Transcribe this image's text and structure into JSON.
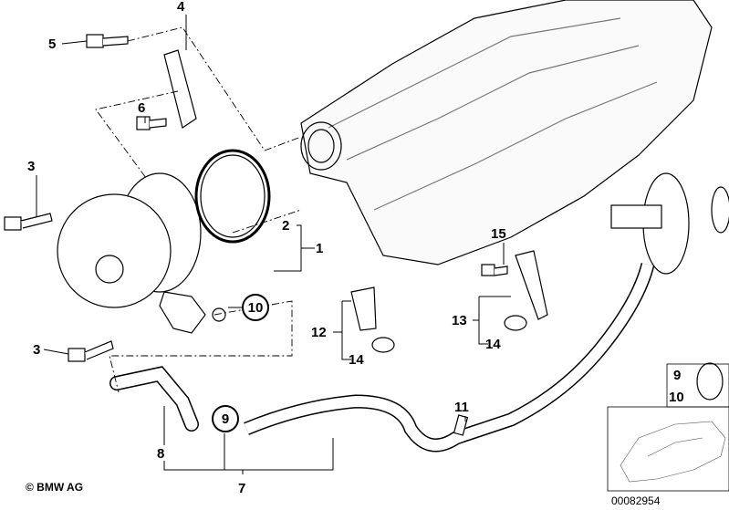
{
  "diagram": {
    "callouts": {
      "c4": "4",
      "c5": "5",
      "c6": "6",
      "c3a": "3",
      "c2": "2",
      "c1": "1",
      "c10": "10",
      "c3b": "3",
      "c12": "12",
      "c14a": "14",
      "c15": "15",
      "c13": "13",
      "c14b": "14",
      "c11": "11",
      "c9": "9",
      "c8": "8",
      "c7": "7"
    },
    "inset": {
      "label_9": "9",
      "label_10": "10"
    },
    "copyright": "© BMW AG",
    "diagram_number": "00082954"
  }
}
